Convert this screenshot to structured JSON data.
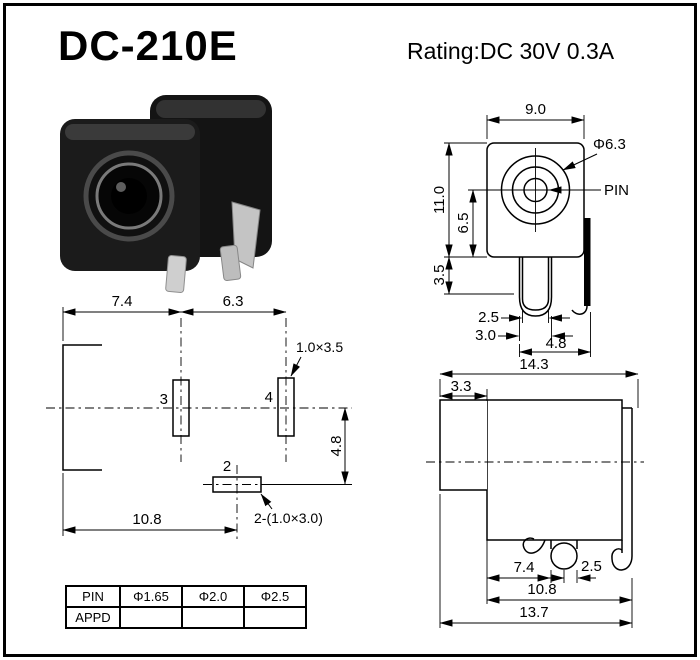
{
  "header": {
    "title": "DC-210E",
    "rating": "Rating:DC 30V 0.3A"
  },
  "front_view": {
    "dim_width_top": "9.0",
    "dim_barrel_dia": "Φ6.3",
    "pin_label": "PIN",
    "dim_height": "11.0",
    "dim_center_to_bottom": "6.5",
    "dim_below_body": "3.5",
    "dim_pin_inner": "2.5",
    "dim_pin_outer": "3.0",
    "dim_pin_to_flange": "4.8"
  },
  "footprint_view": {
    "dim_pitch_left": "7.4",
    "dim_pitch_right": "6.3",
    "slot_note": "1.0×3.5",
    "pin3_label": "3",
    "pin4_label": "4",
    "pin2_label": "2",
    "dim_vertical": "4.8",
    "dim_bottom": "10.8",
    "slot2_note": "2-(1.0×3.0)"
  },
  "side_view": {
    "dim_total_width": "14.3",
    "dim_front_lip": "3.3",
    "dim_pin_offset": "7.4",
    "dim_pin_width": "2.5",
    "dim_body": "10.8",
    "dim_overall": "13.7"
  },
  "spec_table": {
    "rows": [
      {
        "cells": [
          "PIN",
          "Φ1.65",
          "Φ2.0",
          "Φ2.5"
        ]
      },
      {
        "cells": [
          "APPD",
          "",
          "",
          ""
        ]
      }
    ]
  }
}
